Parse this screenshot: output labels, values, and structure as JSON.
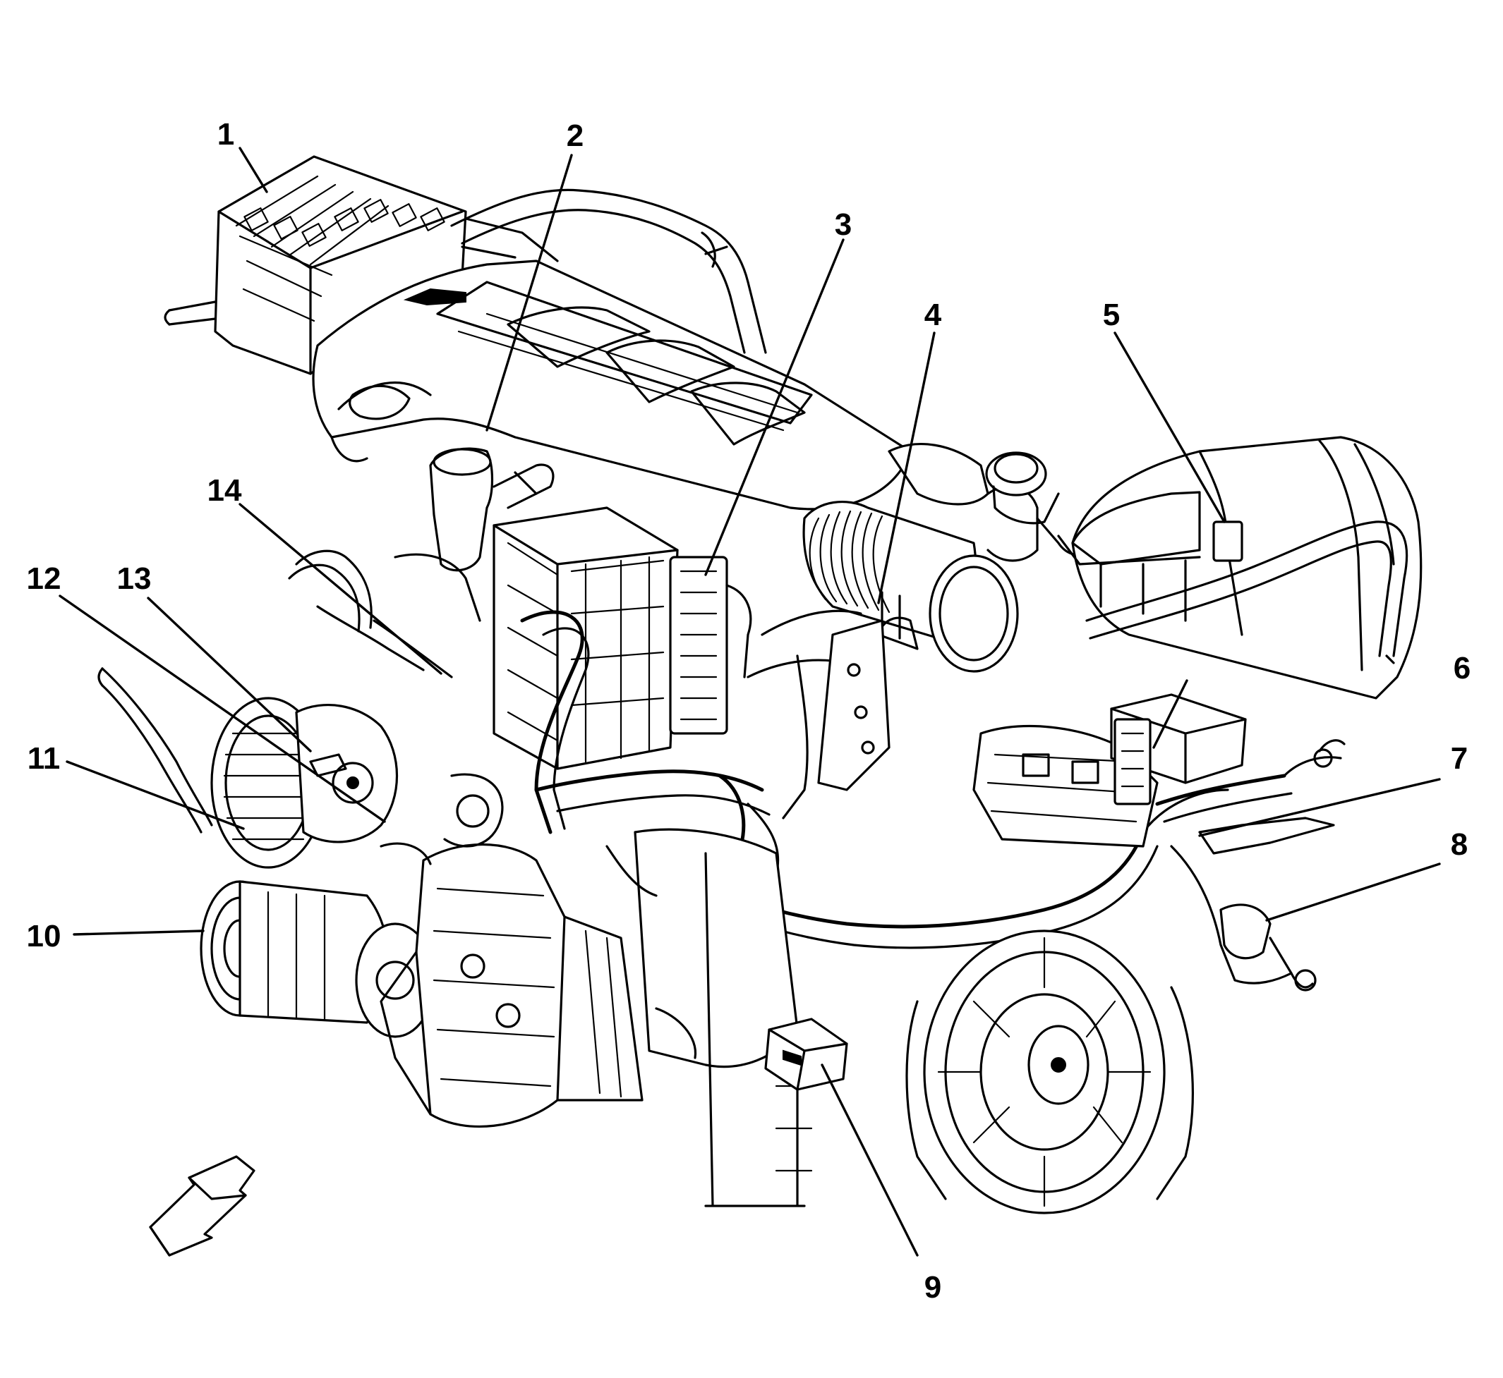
{
  "callouts": [
    {
      "label": "1"
    },
    {
      "label": "2"
    },
    {
      "label": "3"
    },
    {
      "label": "4"
    },
    {
      "label": "5"
    },
    {
      "label": "6"
    },
    {
      "label": "7"
    },
    {
      "label": "8"
    },
    {
      "label": "9"
    },
    {
      "label": "10"
    },
    {
      "label": "11"
    },
    {
      "label": "12"
    },
    {
      "label": "13"
    },
    {
      "label": "14"
    }
  ],
  "icons": {
    "direction": "front-direction-arrow-icon"
  },
  "colors": {
    "ink": "#000000",
    "background": "#ffffff"
  }
}
